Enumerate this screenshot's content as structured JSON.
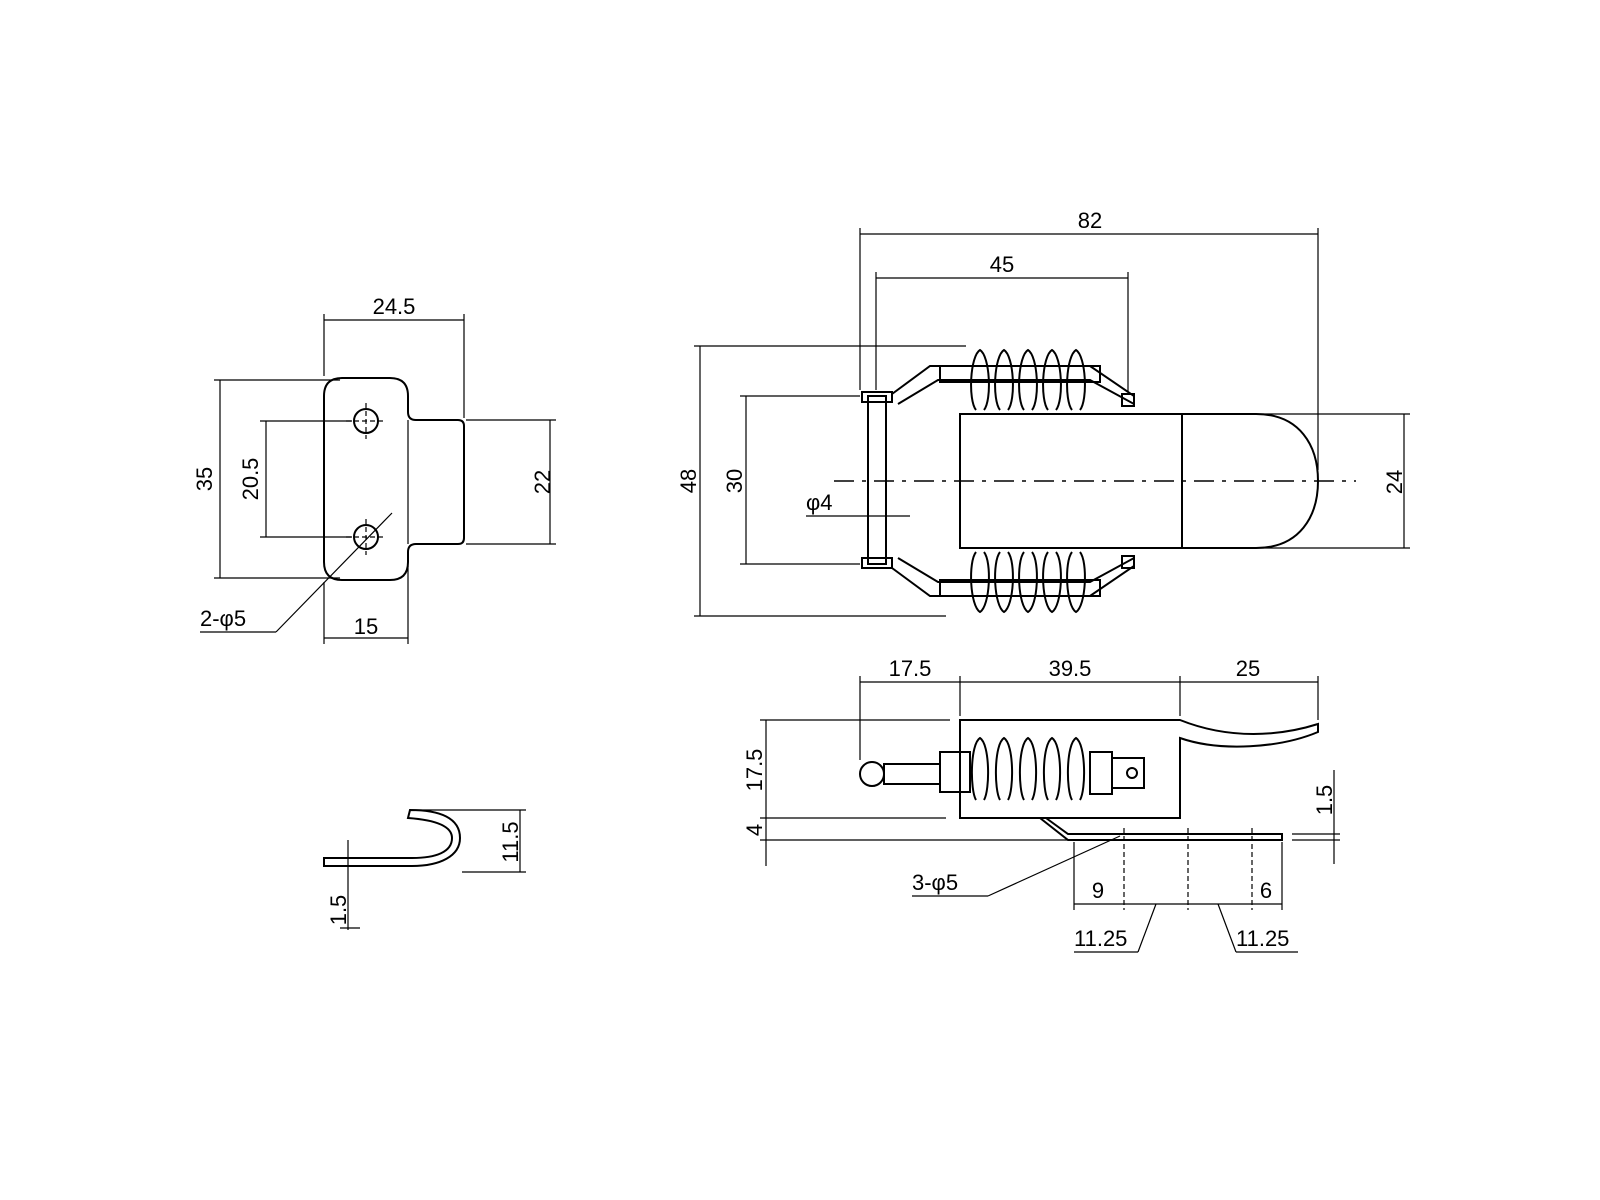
{
  "strike": {
    "width": "24.5",
    "height": "35",
    "hole_pitch": "20.5",
    "plate_height": "22",
    "hole_label": "2-φ5",
    "depth": "15"
  },
  "strike_side": {
    "height": "11.5",
    "thickness": "1.5"
  },
  "latch_top": {
    "overall_length": "82",
    "spring_length": "45",
    "overall_width": "48",
    "pin_span": "30",
    "pin_dia": "φ4",
    "body_width": "24"
  },
  "latch_side": {
    "seg_a": "17.5",
    "seg_b": "39.5",
    "seg_c": "25",
    "height": "17.5",
    "base": "4",
    "thickness": "1.5",
    "hole_label": "3-φ5",
    "pitch_a": "9",
    "pitch_b": "6",
    "pitch_c": "11.25",
    "pitch_d": "11.25"
  }
}
